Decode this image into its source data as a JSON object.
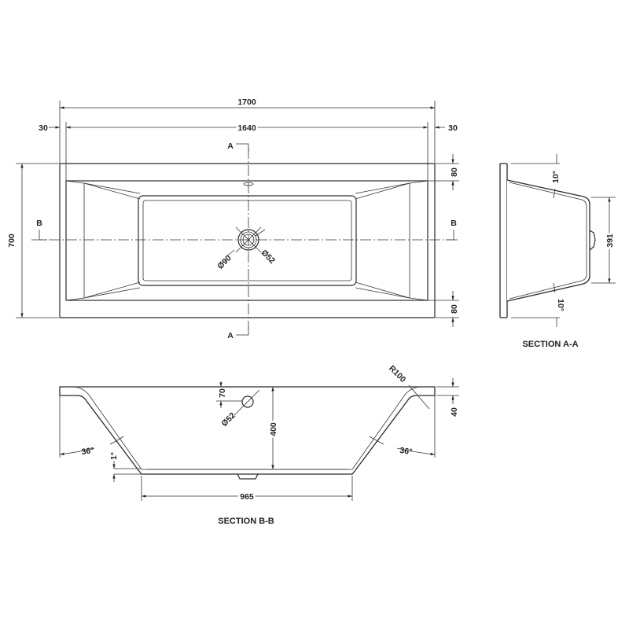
{
  "plan": {
    "overall_length": "1700",
    "inner_length": "1640",
    "rim_left": "30",
    "rim_right": "30",
    "width": "700",
    "rim_top": "80",
    "rim_bottom": "80",
    "section_a_top": "A",
    "section_a_bottom": "A",
    "section_b_left": "B",
    "section_b_right": "B",
    "waste_outer": "Ø90",
    "waste_inner": "Ø52"
  },
  "section_aa": {
    "title": "SECTION A-A",
    "angle_top": "10°",
    "angle_bottom": "10°",
    "base_width": "391"
  },
  "section_bb": {
    "title": "SECTION B-B",
    "overflow_height": "70",
    "overflow_dia": "Ø52",
    "depth": "400",
    "radius": "R100",
    "rim_thickness": "40",
    "angle_left": "36°",
    "angle_right": "36°",
    "floor_slope": "1°",
    "base_length": "965"
  }
}
